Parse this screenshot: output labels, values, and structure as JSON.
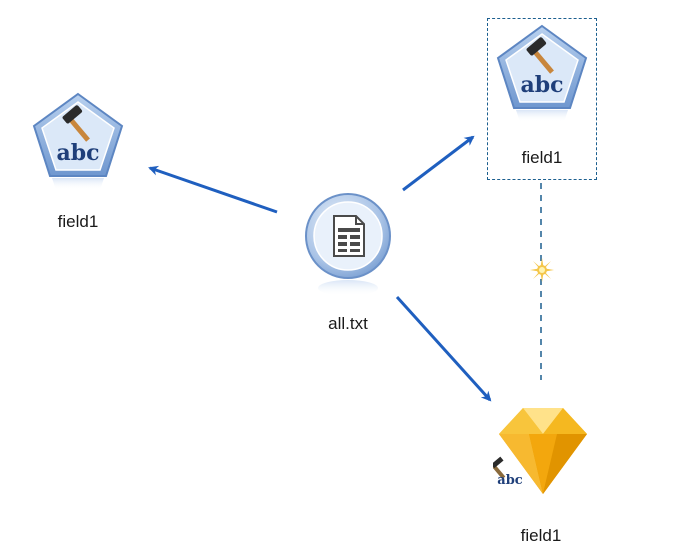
{
  "nodes": {
    "source": {
      "label": "all.txt",
      "type": "variable-file-source",
      "icon": "document-table-icon"
    },
    "derive_left": {
      "label": "field1",
      "type": "derive",
      "icon": "derive-abc-hammer-icon"
    },
    "derive_top": {
      "label": "field1",
      "type": "derive",
      "icon": "derive-abc-hammer-icon",
      "selected": true
    },
    "model_bottom": {
      "label": "field1",
      "type": "model-nugget",
      "icon": "gold-gem-model-icon"
    }
  },
  "links": [
    {
      "from": "source",
      "to": "derive_left",
      "style": "solid"
    },
    {
      "from": "source",
      "to": "derive_top",
      "style": "solid"
    },
    {
      "from": "source",
      "to": "model_bottom",
      "style": "solid"
    },
    {
      "from": "derive_top",
      "to": "model_bottom",
      "style": "dashed",
      "marker": "sparkle-icon"
    }
  ],
  "colors": {
    "link": "#1f5fbf",
    "dashed_link": "#1c5f8f",
    "node_blue": "#8fb3de",
    "gem_gold": "#f3b21a"
  }
}
